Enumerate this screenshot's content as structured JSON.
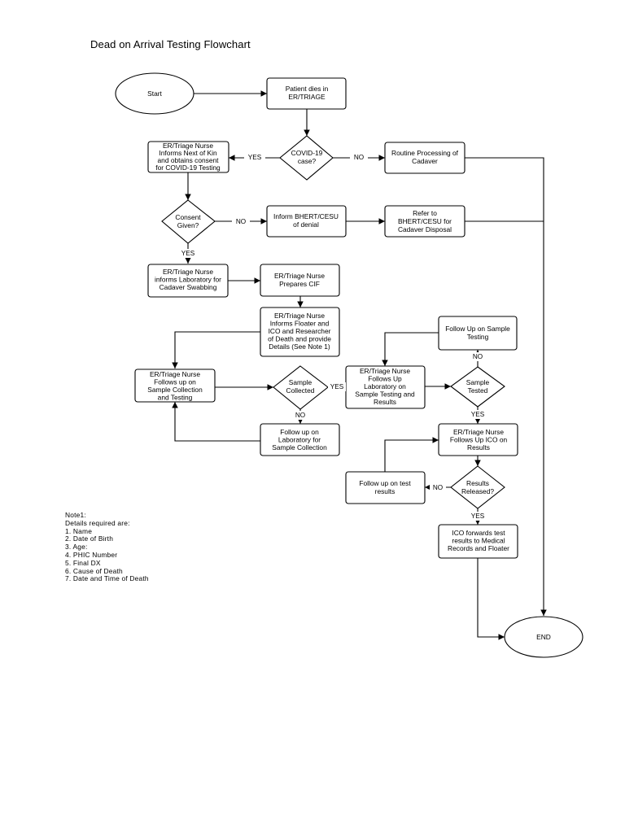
{
  "title": "Dead on Arrival Testing Flowchart",
  "nodes": {
    "start": [
      "Start"
    ],
    "patient_dies": [
      "Patient dies in",
      "ER/TRIAGE"
    ],
    "covid_case": [
      "COVID-19",
      "case?"
    ],
    "inform_kin": [
      "ER/Triage Nurse",
      "Informs Next of Kin",
      "and obtains consent",
      "for COVID-19 Testing"
    ],
    "routine_processing": [
      "Routine Processing of",
      "Cadaver"
    ],
    "consent_given": [
      "Consent",
      "Given?"
    ],
    "inform_bhert": [
      "Inform BHERT/CESU",
      "of denial"
    ],
    "refer_bhert": [
      "Refer to",
      "BHERT/CESU for",
      "Cadaver Disposal"
    ],
    "informs_lab": [
      "ER/Triage Nurse",
      "informs Laboratory for",
      "Cadaver Swabbing"
    ],
    "prepares_cif": [
      "ER/Triage Nurse",
      "Prepares CIF"
    ],
    "informs_floater": [
      "ER/Triage Nurse",
      "Informs Floater and",
      "ICO and Researcher",
      "of Death and provide",
      "Details (See Note 1)"
    ],
    "follows_collection": [
      "ER/Triage Nurse",
      "Follows up on",
      "Sample Collection",
      "and Testing"
    ],
    "sample_collected": [
      "Sample",
      "Collected"
    ],
    "follow_lab_collection": [
      "Follow up on",
      "Laboratory for",
      "Sample Collection"
    ],
    "follows_testing": [
      "ER/Triage Nurse",
      "Follows Up",
      "Laboratory on",
      "Sample Testing and",
      "Results"
    ],
    "follow_sample_testing": [
      "Follow Up on Sample",
      "Testing"
    ],
    "sample_tested": [
      "Sample",
      "Tested"
    ],
    "follows_ico": [
      "ER/Triage Nurse",
      "Follows Up ICO on",
      "Results"
    ],
    "results_released": [
      "Results",
      "Released?"
    ],
    "follow_test_results": [
      "Follow up on test",
      "results"
    ],
    "ico_forwards": [
      "ICO forwards test",
      "results to Medical",
      "Records and Floater"
    ],
    "end": [
      "END"
    ]
  },
  "edge_labels": {
    "covid_yes": "YES",
    "covid_no": "NO",
    "consent_no": "NO",
    "consent_yes": "YES",
    "collected_yes": "YES",
    "collected_no": "NO",
    "tested_no": "NO",
    "tested_yes": "YES",
    "released_no": "NO",
    "released_yes": "YES"
  },
  "note": {
    "heading": "Note1:",
    "intro": "Details required are:",
    "items": [
      "1. Name",
      "2. Date of Birth",
      "3. Age:",
      "4. PHIC Number",
      "5. Final DX",
      "6. Cause of Death",
      "7. Date and Time of Death"
    ]
  }
}
